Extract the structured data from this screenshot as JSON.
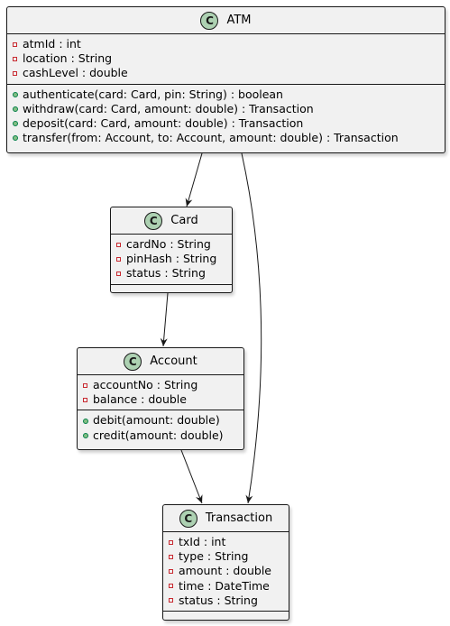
{
  "classes": {
    "atm": {
      "name": "ATM",
      "icon": "C",
      "attributes": [
        "atmId : int",
        "location : String",
        "cashLevel : double"
      ],
      "methods": [
        "authenticate(card: Card, pin: String) : boolean",
        "withdraw(card: Card, amount: double) : Transaction",
        "deposit(card: Card, amount: double) : Transaction",
        "transfer(from: Account, to: Account, amount: double) : Transaction"
      ]
    },
    "card": {
      "name": "Card",
      "icon": "C",
      "attributes": [
        "cardNo : String",
        "pinHash : String",
        "status : String"
      ],
      "methods": []
    },
    "account": {
      "name": "Account",
      "icon": "C",
      "attributes": [
        "accountNo : String",
        "balance : double"
      ],
      "methods": [
        "debit(amount: double)",
        "credit(amount: double)"
      ]
    },
    "transaction": {
      "name": "Transaction",
      "icon": "C",
      "attributes": [
        "txId : int",
        "type : String",
        "amount : double",
        "time : DateTime",
        "status : String"
      ],
      "methods": []
    }
  },
  "relations": [
    {
      "from": "ATM",
      "to": "Card"
    },
    {
      "from": "ATM",
      "to": "Transaction"
    },
    {
      "from": "Card",
      "to": "Account"
    },
    {
      "from": "Account",
      "to": "Transaction"
    }
  ],
  "colors": {
    "box_fill": "#f1f1f1",
    "border": "#181818",
    "class_icon": "#add1b2",
    "private_marker": "#c82930",
    "public_marker": "#84be84"
  }
}
